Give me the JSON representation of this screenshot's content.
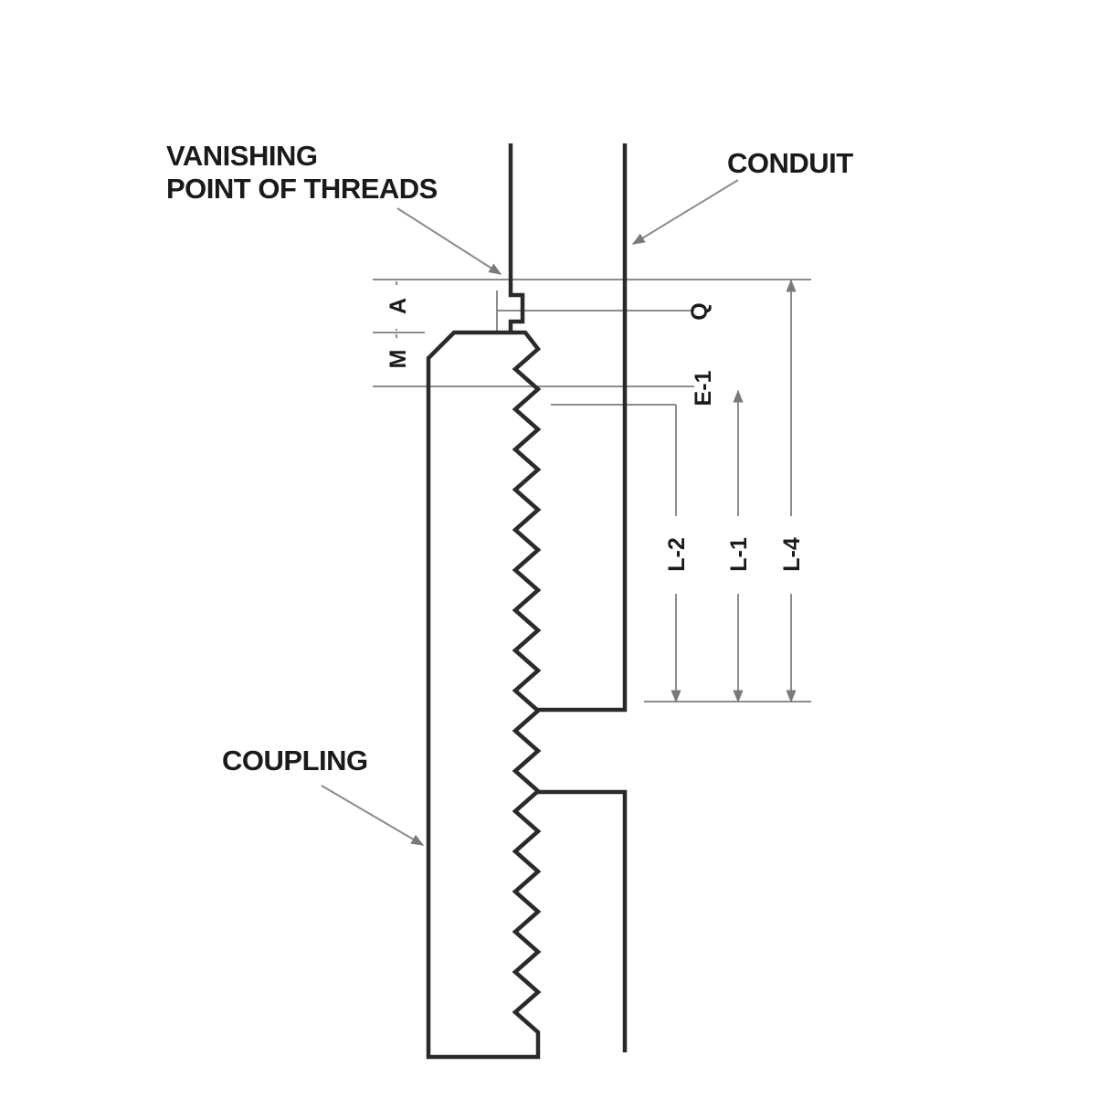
{
  "title": "Conduit and coupling thread dimension diagram",
  "colors": {
    "outline": "#2a2a2a",
    "dimension_lines": "#8c8c8c",
    "text": "#1a1a1a",
    "background": "#ffffff"
  },
  "callouts": {
    "vanishing_point": [
      "VANISHING",
      "POINT OF THREADS"
    ],
    "conduit": "CONDUIT",
    "coupling": "COUPLING"
  },
  "dimension_labels": {
    "A": "A",
    "M": "M",
    "Q": "Q",
    "E1": "E-1",
    "L2": "L-2",
    "L1": "L-1",
    "L4": "L-4"
  }
}
